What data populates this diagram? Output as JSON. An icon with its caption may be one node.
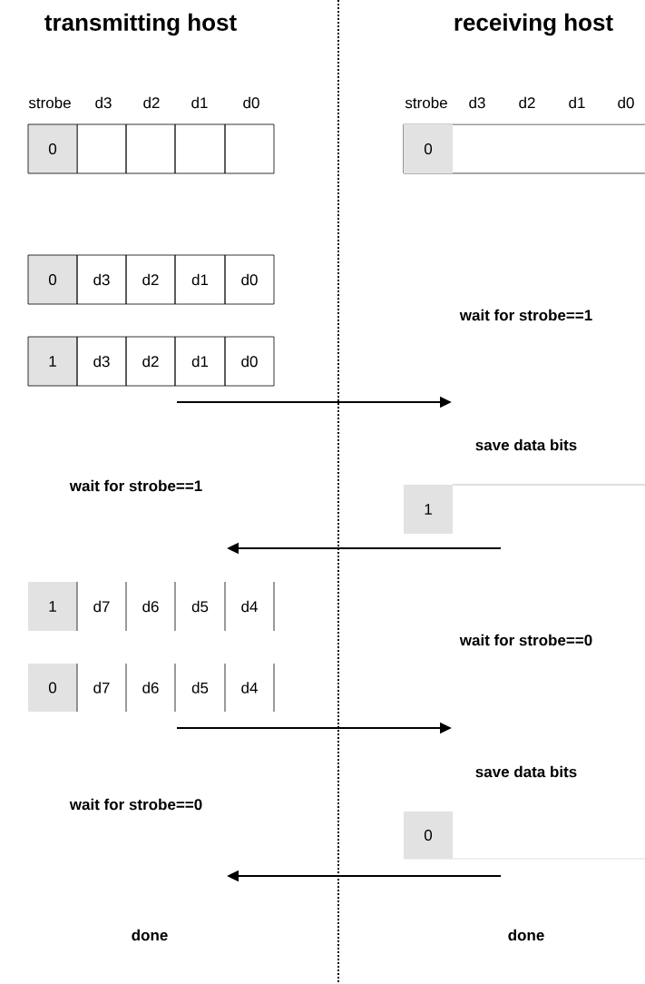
{
  "diagram": {
    "labels": [
      "transmitting host",
      "receiving host",
      "strobe",
      "d3",
      "d2",
      "d1",
      "d0",
      "strobe",
      "d3",
      "d2",
      "d1",
      "d0",
      "0",
      "0",
      "0",
      "d3",
      "d2",
      "d1",
      "d0",
      "wait for strobe==1",
      "1",
      "d3",
      "d2",
      "d1",
      "d0",
      "save data bits",
      "wait for strobe==1",
      "1",
      "1",
      "d7",
      "d6",
      "d5",
      "d4",
      "wait for strobe==0",
      "0",
      "d7",
      "d6",
      "d5",
      "d4",
      "save data bits",
      "wait for strobe==0",
      "0",
      "done",
      "done"
    ]
  }
}
